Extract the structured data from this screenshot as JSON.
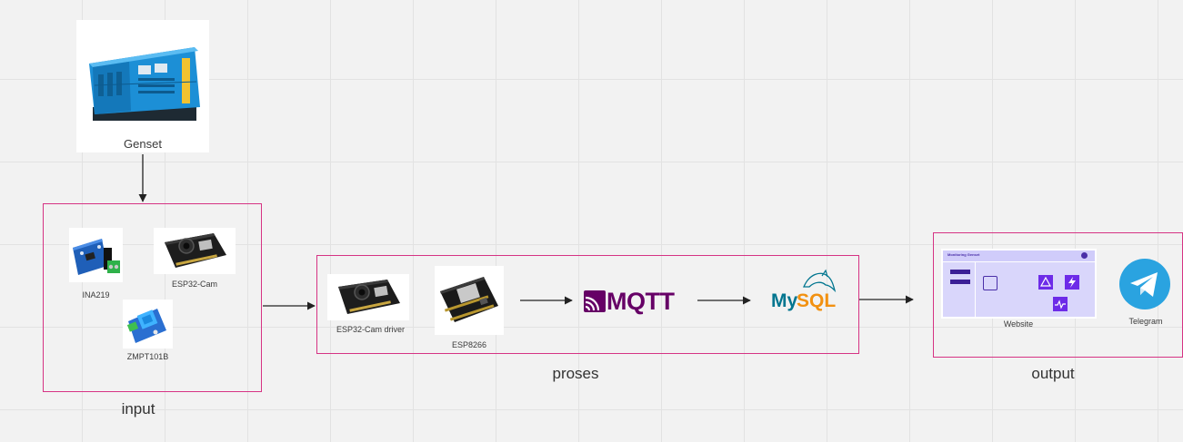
{
  "diagram": {
    "colors": {
      "frame": "#d63384",
      "arrow": "#222222",
      "mqtt": "#660066",
      "mysql_blue": "#00758f",
      "mysql_orange": "#f29111",
      "telegram": "#2aa3e0",
      "site_purple": "#7a34f0"
    },
    "source": {
      "label": "Genset"
    },
    "groups": {
      "input": {
        "label": "input",
        "nodes": [
          {
            "id": "ina219",
            "label": "INA219"
          },
          {
            "id": "esp32cam",
            "label": "ESP32-Cam"
          },
          {
            "id": "zmpt101b",
            "label": "ZMPT101B"
          }
        ]
      },
      "proses": {
        "label": "proses",
        "nodes": [
          {
            "id": "esp32cam_driver",
            "label": "ESP32-Cam driver"
          },
          {
            "id": "esp8266",
            "label": "ESP8266"
          }
        ],
        "mqtt_logo": "MQTT",
        "mysql_logo": {
          "my": "My",
          "sql": "SQL"
        }
      },
      "output": {
        "label": "output",
        "nodes": [
          {
            "id": "website",
            "label": "Website",
            "header": "Monitoring Genset"
          },
          {
            "id": "telegram",
            "label": "Telegram"
          }
        ]
      }
    },
    "edges": [
      {
        "from": "genset",
        "to": "input"
      },
      {
        "from": "input",
        "to": "proses"
      },
      {
        "from": "esp8266",
        "to": "mqtt"
      },
      {
        "from": "mqtt",
        "to": "mysql"
      },
      {
        "from": "proses",
        "to": "output"
      }
    ]
  }
}
